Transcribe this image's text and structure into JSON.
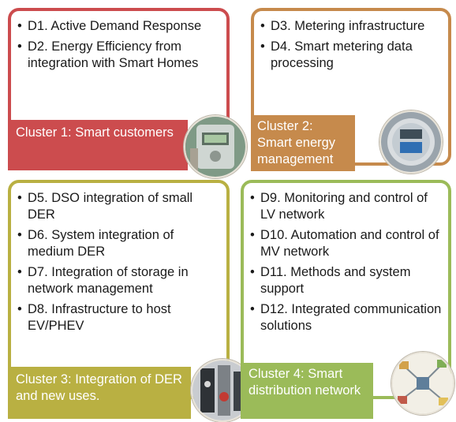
{
  "colors": {
    "cluster1": "#cc4c4e",
    "cluster2": "#c68a4c",
    "cluster3": "#b9b042",
    "cluster4": "#9bbb59"
  },
  "clusters": [
    {
      "title": "Cluster 1: Smart customers",
      "icon": "smart-meter-photo",
      "items": [
        "D1. Active Demand Response",
        "D2. Energy Efficiency from integration with Smart Homes"
      ]
    },
    {
      "title": "Cluster 2: Smart energy management",
      "icon": "electric-meter-photo",
      "items": [
        "D3. Metering infrastructure",
        "D4. Smart metering data processing"
      ]
    },
    {
      "title": "Cluster 3: Integration of DER and new uses.",
      "icon": "ev-charging-photo",
      "items": [
        "D5. DSO integration of small DER",
        "D6. System integration of medium DER",
        "D7. Integration of storage in network management",
        "D8. Infrastructure to host EV/PHEV"
      ]
    },
    {
      "title": "Cluster 4: Smart distribution network",
      "icon": "network-diagram-photo",
      "items": [
        "D9. Monitoring and control of LV network",
        "D10. Automation and control of MV network",
        "D11. Methods and system support",
        "D12. Integrated communication solutions"
      ]
    }
  ]
}
